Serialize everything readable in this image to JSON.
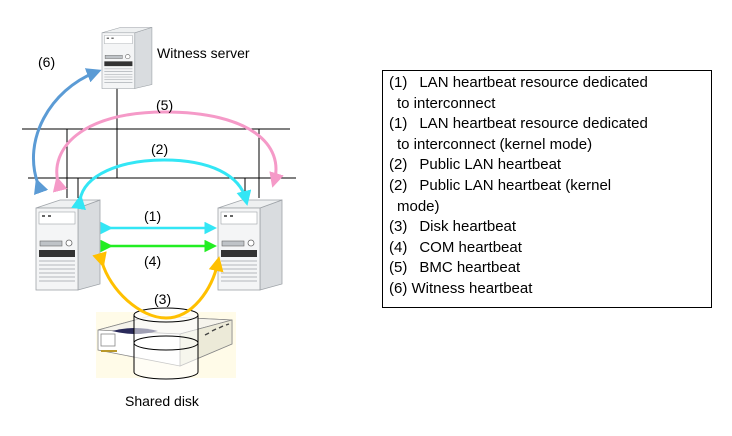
{
  "diagram": {
    "witness_server_label": "Witness server",
    "shared_disk_label": "Shared disk",
    "arrow_labels": {
      "interconnect": "(1)",
      "public_lan": "(2)",
      "disk": "(3)",
      "com": "(4)",
      "bmc": "(5)",
      "witness": "(6)"
    },
    "colors": {
      "interconnect": "#33e6f5",
      "public_lan": "#33e6f5",
      "disk": "#ffc000",
      "com": "#22ee22",
      "bmc": "#f59ac8",
      "witness": "#5b9bd5",
      "network_line": "#000000"
    }
  },
  "legend": {
    "items": [
      {
        "num": "(1)",
        "line1": "LAN heartbeat resource dedicated",
        "line2": "to interconnect"
      },
      {
        "num": "(1)",
        "line1": "LAN heartbeat resource dedicated",
        "line2": "to interconnect (kernel mode)"
      },
      {
        "num": "(2)",
        "line1": "Public LAN heartbeat",
        "line2": ""
      },
      {
        "num": "(2)",
        "line1": "Public LAN heartbeat (kernel",
        "line2": "mode)"
      },
      {
        "num": "(3)",
        "line1": "Disk heartbeat",
        "line2": ""
      },
      {
        "num": "(4)",
        "line1": "COM heartbeat",
        "line2": ""
      },
      {
        "num": "(5)",
        "line1": "BMC heartbeat",
        "line2": ""
      },
      {
        "num": "(6)",
        "line1": "Witness heartbeat",
        "line2": "",
        "compact": true
      }
    ]
  }
}
